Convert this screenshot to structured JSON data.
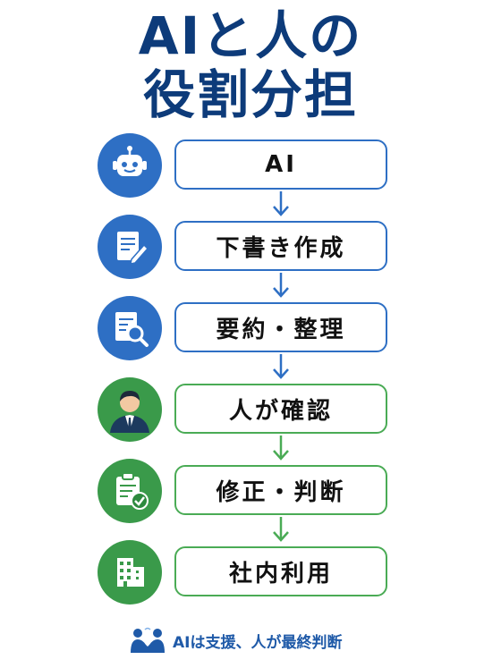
{
  "title": {
    "line1": "AIと人の",
    "line2": "役割分担"
  },
  "steps": [
    {
      "label": "AI",
      "icon": "robot-icon",
      "color": "blue"
    },
    {
      "label": "下書き作成",
      "icon": "document-pen-icon",
      "color": "blue"
    },
    {
      "label": "要約・整理",
      "icon": "document-search-icon",
      "color": "blue"
    },
    {
      "label": "人が確認",
      "icon": "person-icon",
      "color": "green"
    },
    {
      "label": "修正・判断",
      "icon": "clipboard-check-icon",
      "color": "green"
    },
    {
      "label": "社内利用",
      "icon": "building-icon",
      "color": "green"
    }
  ],
  "footer": {
    "text": "AIは支援、人が最終判断",
    "icon": "handshake-people-icon"
  },
  "colors": {
    "title": "#0d3b7a",
    "blue": "#2e6fc4",
    "green": "#3a9a4a",
    "footer": "#1f5aa8"
  }
}
